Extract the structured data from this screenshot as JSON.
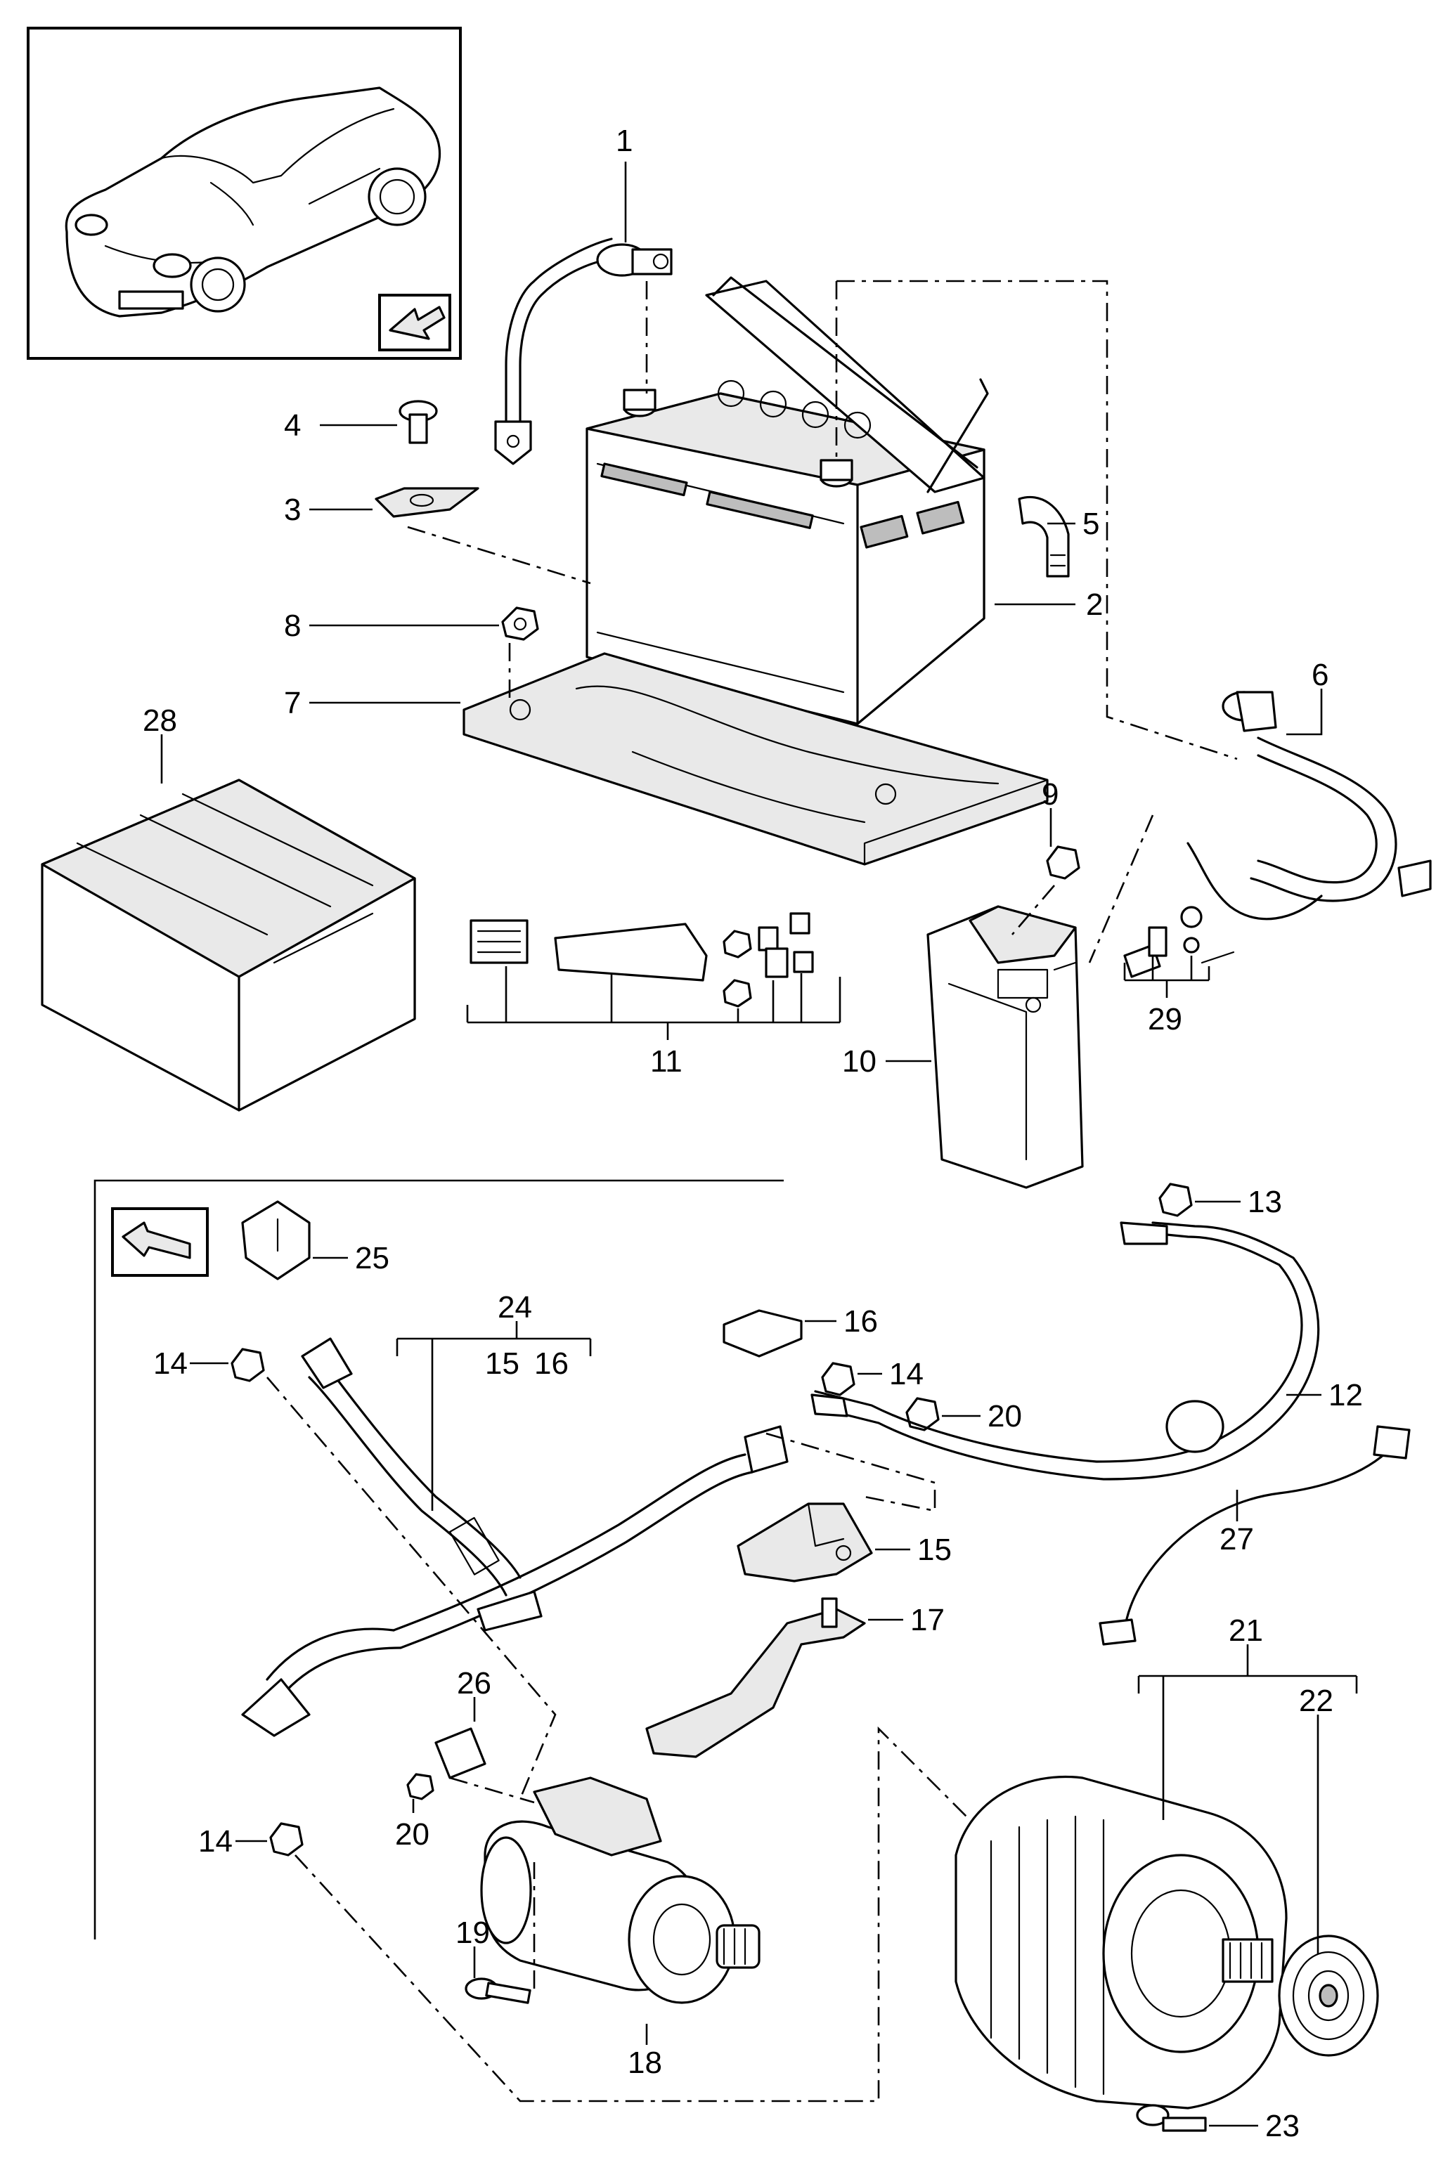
{
  "callouts": {
    "c1": "1",
    "c2": "2",
    "c3": "3",
    "c4": "4",
    "c5": "5",
    "c6": "6",
    "c7": "7",
    "c8": "8",
    "c9": "9",
    "c10": "10",
    "c11": "11",
    "c12": "12",
    "c13": "13",
    "c14a": "14",
    "c14b": "14",
    "c14c": "14",
    "c15a": "15",
    "c15b": "15",
    "c16a": "16",
    "c16b": "16",
    "c17": "17",
    "c18": "18",
    "c19": "19",
    "c20a": "20",
    "c20b": "20",
    "c21": "21",
    "c22": "22",
    "c23": "23",
    "c24": "24",
    "c25": "25",
    "c26": "26",
    "c27": "27",
    "c28": "28",
    "c29": "29"
  },
  "icons": {
    "vehicle": "car-thumbnail-icon",
    "arrow_top": "direction-arrow-icon",
    "arrow_bottom": "direction-arrow-icon"
  }
}
